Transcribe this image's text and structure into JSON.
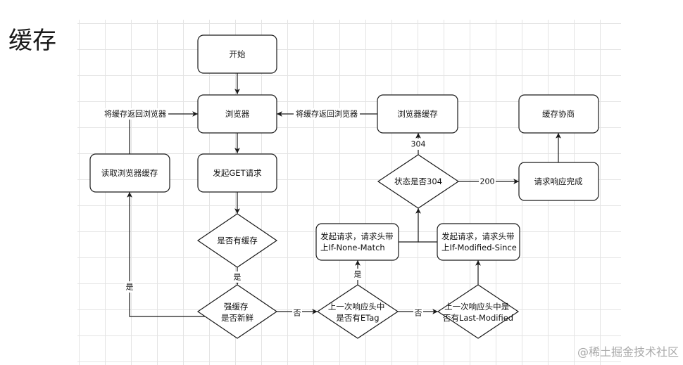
{
  "title": "缓存",
  "nodes": {
    "start": "开始",
    "browser": "浏览器",
    "get_request": "发起GET请求",
    "has_cache": "是否有缓存",
    "strong_cache": [
      "强缓存",
      "是否新鲜"
    ],
    "read_cache": "读取浏览器缓存",
    "etag_check": [
      "上一次响应头中",
      "是否有ETag"
    ],
    "last_modified_check": [
      "上一次响应头中是",
      "否有Last-Modified"
    ],
    "if_none_match_request": [
      "发起请求，请求头带",
      "上If-None-Match"
    ],
    "if_modified_since_request": [
      "发起请求，请求头带",
      "上If-Modified-Since"
    ],
    "status_304": "状态是否304",
    "browser_cache": "浏览器缓存",
    "response_done": "请求响应完成",
    "cache_negotiation": "缓存协商"
  },
  "edges": {
    "has_cache_yes": "是",
    "fresh_yes": "是",
    "read_cache_to_browser": "将缓存返回浏览器",
    "not_fresh": "否",
    "etag_yes": "是",
    "etag_no": "否",
    "status_304": "304",
    "status_200": "200",
    "browser_cache_to_browser": "将缓存返回浏览器"
  },
  "watermark": "@稀土掘金技术社区"
}
